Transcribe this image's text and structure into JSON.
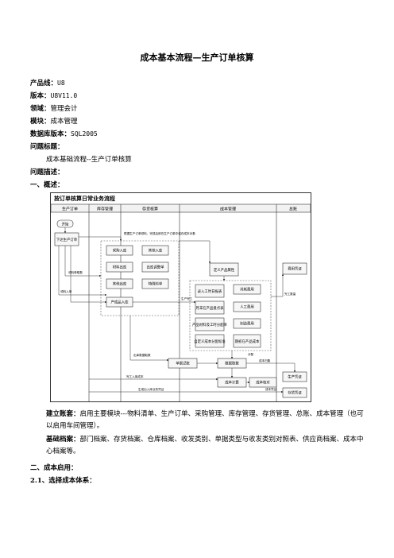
{
  "doc": {
    "title": "成本基本流程—生产订单核算",
    "meta": [
      {
        "label": "产品线：",
        "value": "U8"
      },
      {
        "label": "版本：",
        "value": "U8V11.0"
      },
      {
        "label": "领域：",
        "value": "管理会计"
      },
      {
        "label": "模块：",
        "value": "成本管理"
      },
      {
        "label": "数据库版本：",
        "value": "SQL2005"
      }
    ],
    "question_title_label": "问题标题：",
    "question_title": "成本基础流程--生产订单核算",
    "question_desc_label": "问题描述：",
    "section1": "一、概述：",
    "setup_label": "建立账套：",
    "setup_text": "启用主要模块---物料清单、生产订单、采购管理、库存管理、存货管理、总账、成本管理（也可以启用车间管理）。",
    "archive_label": "基础档案：",
    "archive_text": "部门档案、存货档案、仓库档案、收发类别、单据类型与收发类别对照表、供应商档案、成本中心档案等。",
    "section2": "二、成本启用：",
    "section21": "2.1、选择成本体系："
  },
  "diagram": {
    "title": "按订单核算日常业务流程",
    "lanes": [
      "生产订单",
      "库存管理",
      "存货核算",
      "成本管理",
      "总账"
    ],
    "boxes": {
      "start": "开始",
      "order": "下达生产订单",
      "purchase_in": "采购入库",
      "other_in": "其他入库",
      "material_out": "材料出库",
      "transfer": "出库调整单",
      "other_out": "其他出库",
      "special": "特殊料单",
      "product_in": "产成品入库",
      "product_set": "定义产品属性",
      "work_hours": "录入工时日报表",
      "common_fee": "共耗费用",
      "wip": "月末在产品盘点表",
      "labor": "人工费用",
      "alloc": "产品材料及工时分配率",
      "mfg": "制造费用",
      "custom_alloc": "自定义成本分配标准",
      "wip_cost": "期初在产品成本",
      "doc_record": "单据记账",
      "data_fetch": "数据取数",
      "cost_calc": "成本计算",
      "cost_check": "成本核对",
      "fee_voucher": "费用凭证",
      "prod_voucher": "生产凭证",
      "inv_voucher": "存货凭证"
    },
    "notes": {
      "n1": "根据生产订单领料，完成后即在生产订单中保存成本对象",
      "n2": "生产完工",
      "n3": "领料单取数",
      "n4": "领料入单",
      "n5": "完工数量",
      "n6": "出库数据取数",
      "n7": "分配",
      "n8": "成本归集",
      "n9": "完工入库成本",
      "n10": "生成出入库业务凭证",
      "n11": "成本凭证"
    }
  }
}
